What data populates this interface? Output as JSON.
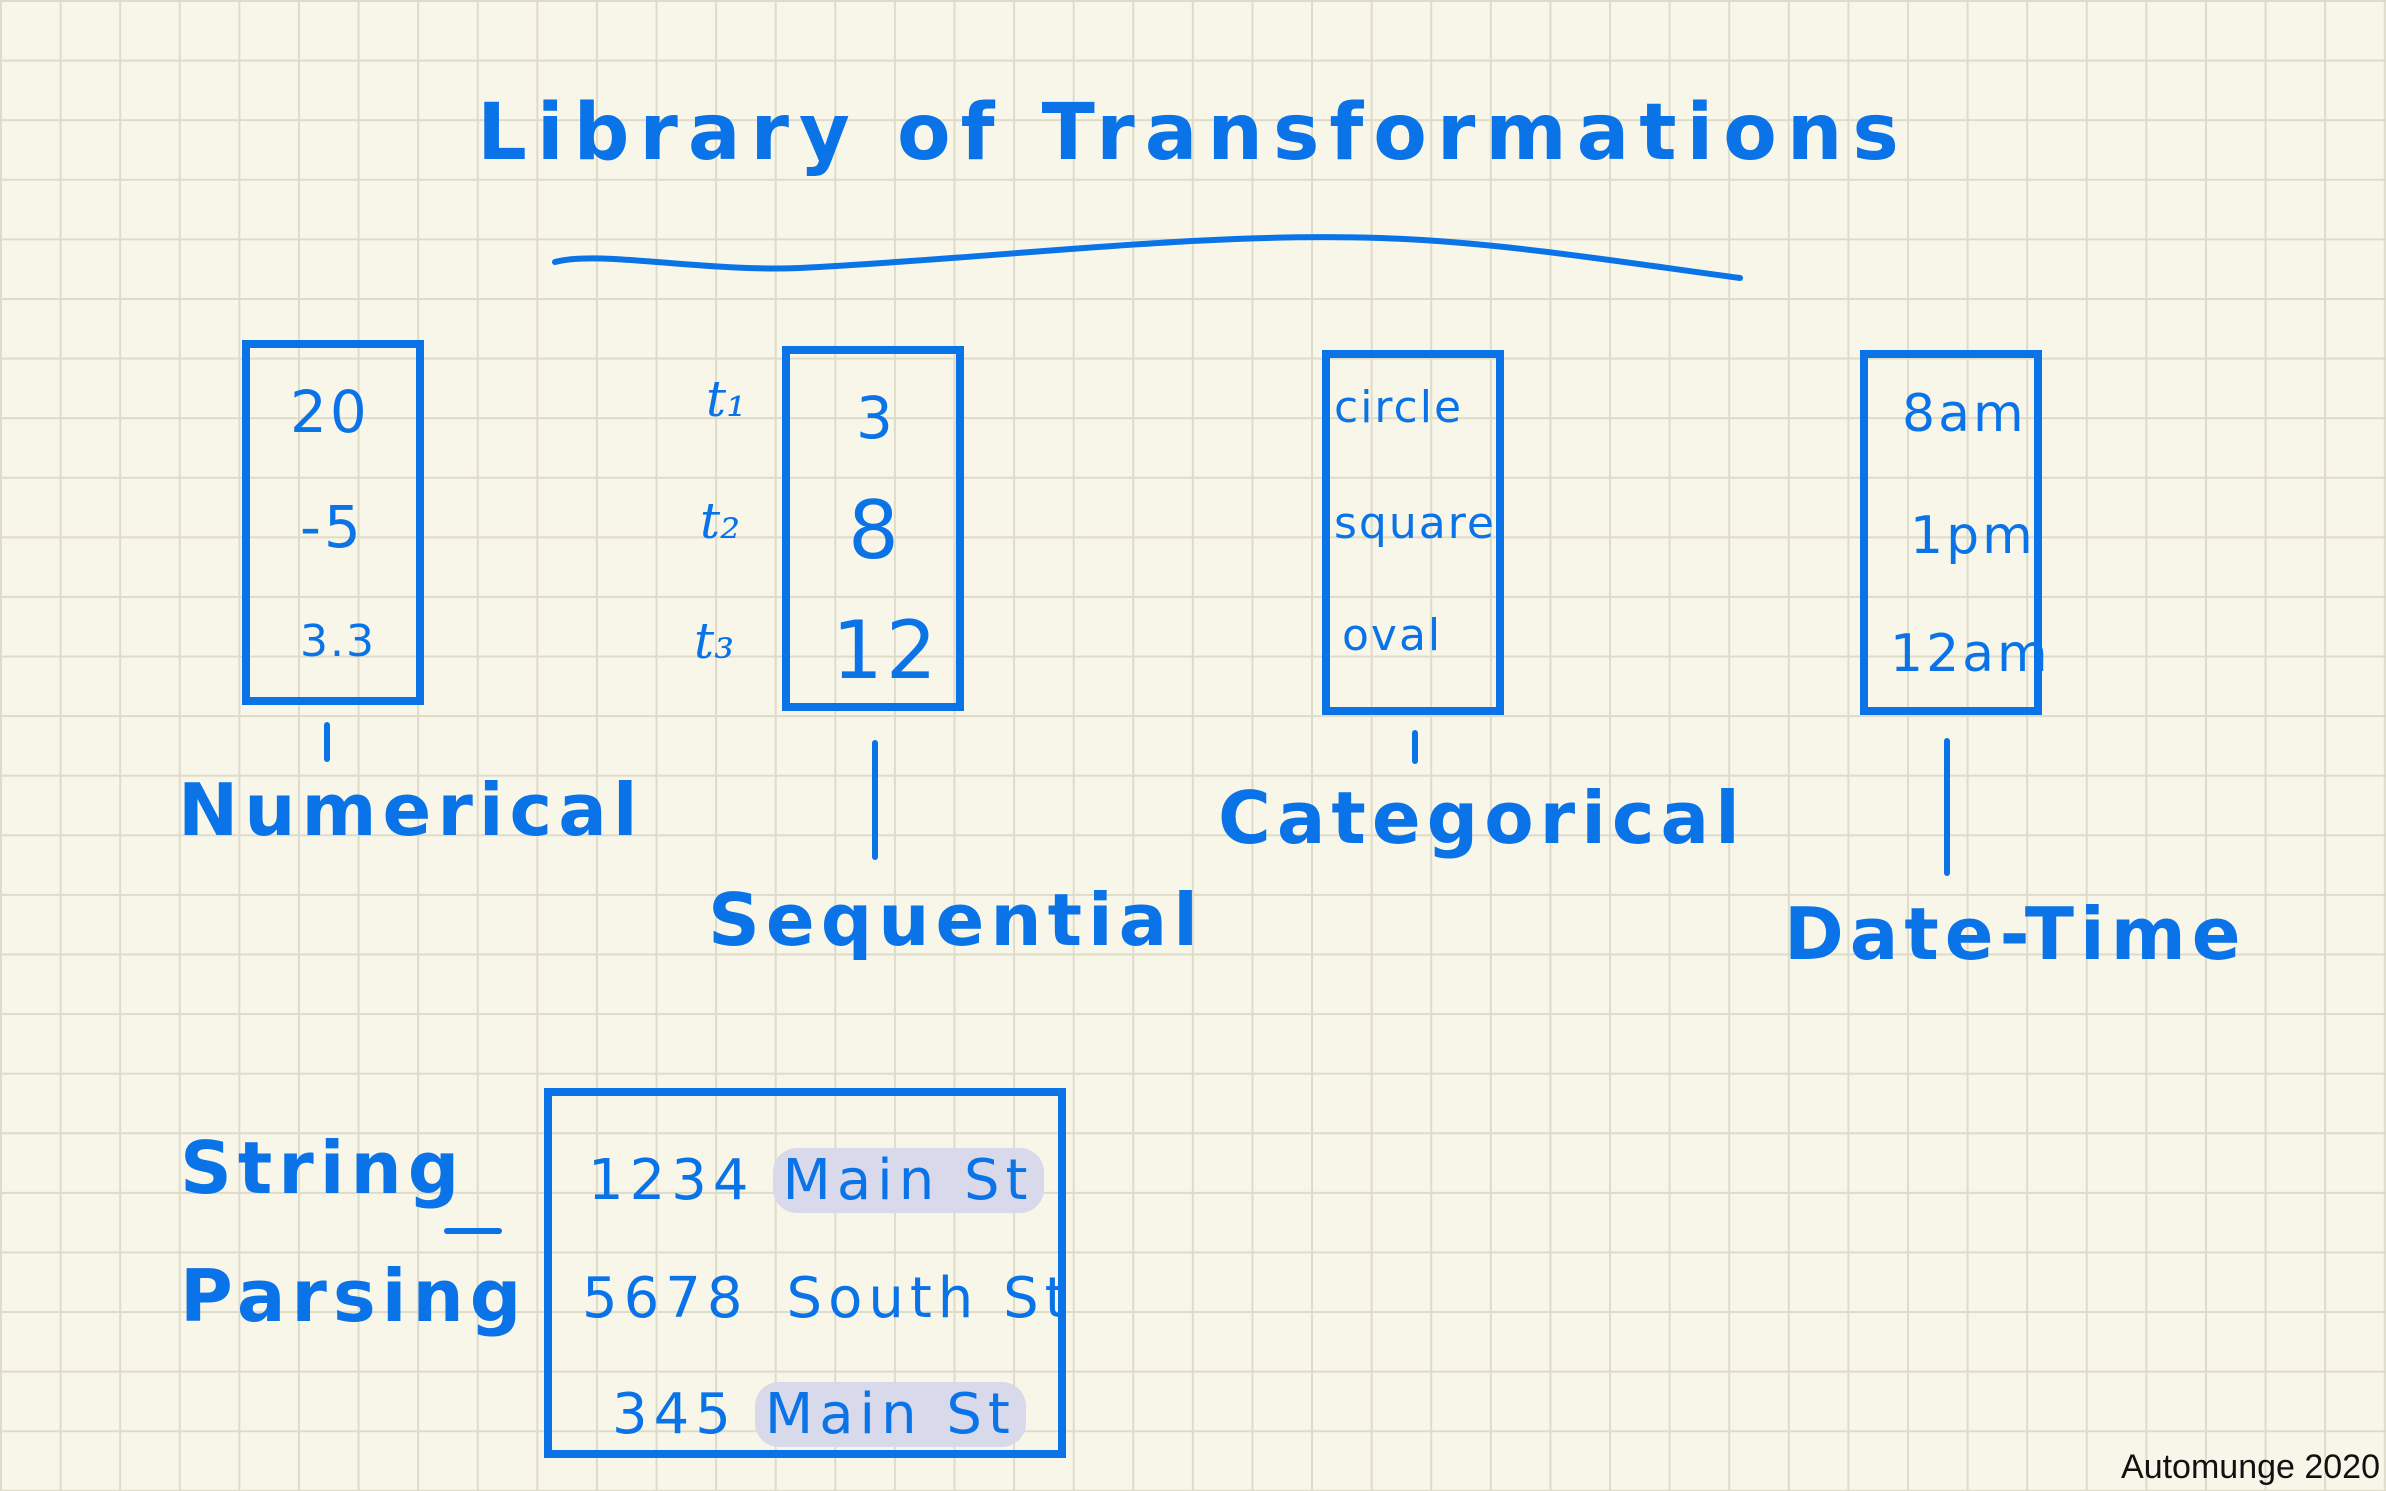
{
  "title": "Library of Transformations",
  "categories": {
    "numerical": {
      "label": "Numerical",
      "values": [
        "20",
        "-5",
        "3.3"
      ]
    },
    "sequential": {
      "label": "Sequential",
      "time_labels": [
        "t₁",
        "t₂",
        "t₃"
      ],
      "values": [
        "3",
        "8",
        "12"
      ]
    },
    "categorical": {
      "label": "Categorical",
      "values": [
        "circle",
        "square",
        "oval"
      ]
    },
    "datetime": {
      "label": "Date-Time",
      "values": [
        "8am",
        "1pm",
        "12am"
      ]
    }
  },
  "string_parsing": {
    "label_line1": "String",
    "label_line2": "Parsing",
    "rows": [
      {
        "number": "1234",
        "street": "Main St",
        "highlighted": true
      },
      {
        "number": "5678",
        "street": "South St",
        "highlighted": false
      },
      {
        "number": "345",
        "street": "Main St",
        "highlighted": true
      }
    ]
  },
  "credit": "Automunge 2020",
  "colors": {
    "ink": "#0a73e8",
    "paper": "#f8f6e9",
    "grid": "#dedbc9",
    "highlight": "#d8d9ea"
  }
}
